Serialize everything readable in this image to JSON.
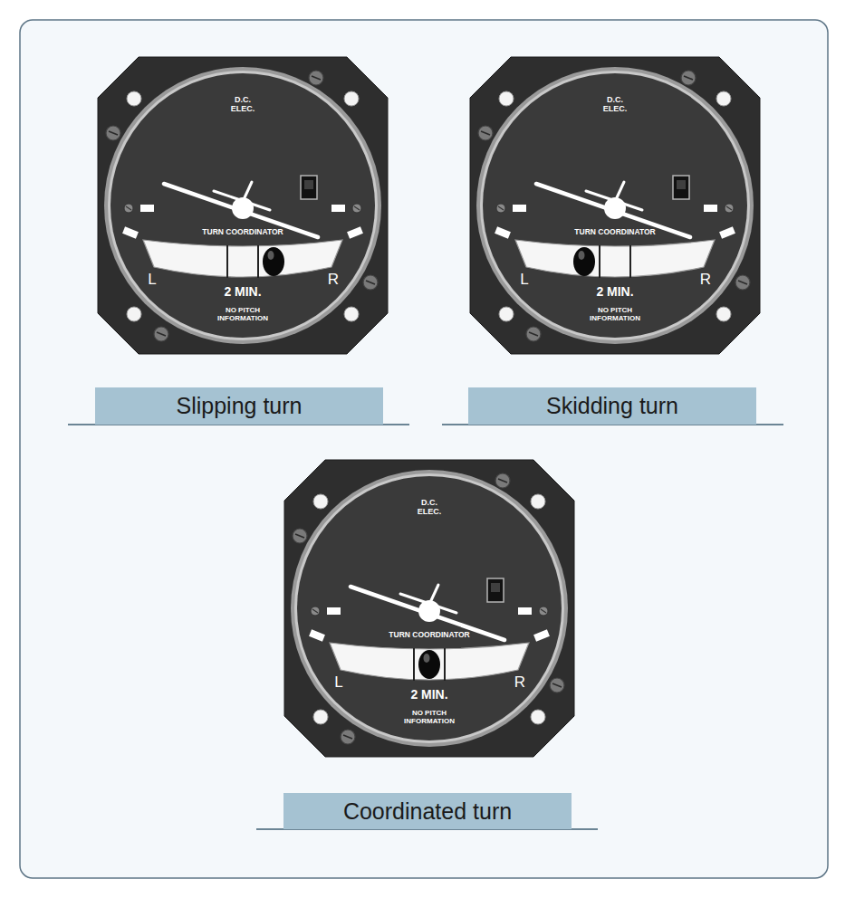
{
  "diagram": {
    "nodes": [
      {
        "text": [
          "D.C. ELEC.",
          "TURN COORDINATOR",
          "L",
          "R",
          "2 MIN.",
          "NO PITCH INFORMATION"
        ]
      },
      {
        "text": [
          "Slipping turn"
        ]
      },
      {
        "text": [
          "D.C. ELEC.",
          "TURN COORDINATOR",
          "L",
          "R",
          "2 MIN.",
          "NO PITCH INFORMATION"
        ]
      },
      {
        "text": [
          "Skidding turn"
        ]
      },
      {
        "text": [
          "D.C. ELEC.",
          "TURN COORDINATOR",
          "L",
          "R",
          "2 MIN.",
          "NO PITCH INFORMATION"
        ]
      },
      {
        "text": [
          "Coordinated turn"
        ]
      }
    ]
  }
}
